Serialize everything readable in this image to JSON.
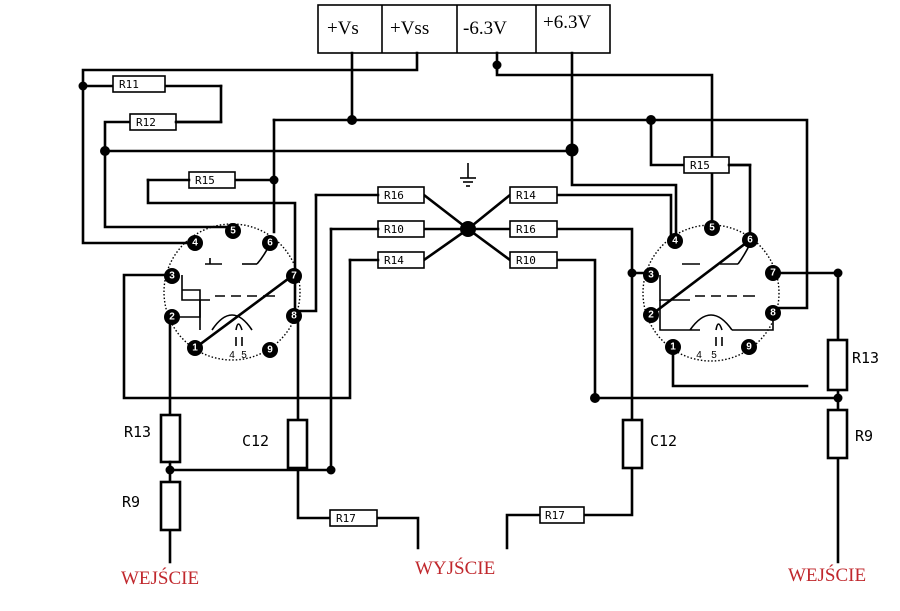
{
  "supply": {
    "vs": "+Vs",
    "vss": "+Vss",
    "neg_heater": "-6.3V",
    "pos_heater": "+6.3V"
  },
  "resistors": {
    "r11": "R11",
    "r12": "R12",
    "r15": "R15",
    "r16": "R16",
    "r10": "R10",
    "r14": "R14",
    "r13": "R13",
    "r9": "R9",
    "c12": "C12",
    "r17": "R17"
  },
  "tube_heater_pins": {
    "p4": "4",
    "p5": "5"
  },
  "tube_pins": [
    "1",
    "2",
    "3",
    "4",
    "5",
    "6",
    "7",
    "8",
    "9"
  ],
  "io": {
    "input": "WEJŚCIE",
    "output": "WYJŚCIE"
  }
}
